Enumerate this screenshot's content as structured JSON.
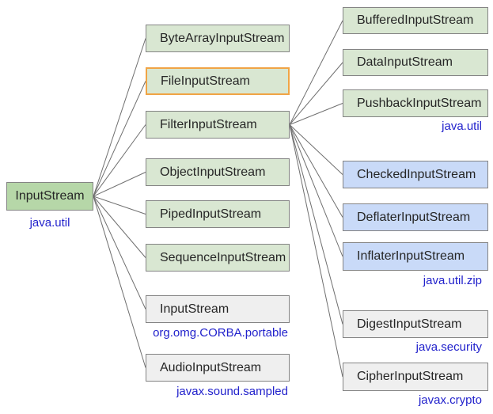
{
  "diagram": {
    "nodes": [
      {
        "id": "root",
        "label": "InputStream",
        "package": "java.util",
        "style": "green-dark"
      },
      {
        "id": "m1",
        "label": "ByteArrayInputStream",
        "style": "green"
      },
      {
        "id": "m2",
        "label": "FileInputStream",
        "style": "green-highlighted"
      },
      {
        "id": "m3",
        "label": "FilterInputStream",
        "style": "green"
      },
      {
        "id": "m4",
        "label": "ObjectInputStream",
        "style": "green"
      },
      {
        "id": "m5",
        "label": "PipedInputStream",
        "style": "green"
      },
      {
        "id": "m6",
        "label": "SequenceInputStream",
        "style": "green"
      },
      {
        "id": "m7",
        "label": "InputStream",
        "package": "org.omg.CORBA.portable",
        "style": "gray"
      },
      {
        "id": "m8",
        "label": "AudioInputStream",
        "package": "javax.sound.sampled",
        "style": "gray"
      },
      {
        "id": "r1",
        "label": "BufferedInputStream",
        "style": "green"
      },
      {
        "id": "r2",
        "label": "DataInputStream",
        "style": "green"
      },
      {
        "id": "r3",
        "label": "PushbackInputStream",
        "package": "java.util",
        "style": "green"
      },
      {
        "id": "r4",
        "label": "CheckedInputStream",
        "style": "blue"
      },
      {
        "id": "r5",
        "label": "DeflaterInputStream",
        "style": "blue"
      },
      {
        "id": "r6",
        "label": "InflaterInputStream",
        "package": "java.util.zip",
        "style": "blue"
      },
      {
        "id": "r7",
        "label": "DigestInputStream",
        "package": "java.security",
        "style": "gray"
      },
      {
        "id": "r8",
        "label": "CipherInputStream",
        "package": "javax.crypto",
        "style": "gray"
      }
    ],
    "edges": [
      {
        "from": "root",
        "to": "m1"
      },
      {
        "from": "root",
        "to": "m2"
      },
      {
        "from": "root",
        "to": "m3"
      },
      {
        "from": "root",
        "to": "m4"
      },
      {
        "from": "root",
        "to": "m5"
      },
      {
        "from": "root",
        "to": "m6"
      },
      {
        "from": "root",
        "to": "m7"
      },
      {
        "from": "root",
        "to": "m8"
      },
      {
        "from": "m3",
        "to": "r1"
      },
      {
        "from": "m3",
        "to": "r2"
      },
      {
        "from": "m3",
        "to": "r3"
      },
      {
        "from": "m3",
        "to": "r4"
      },
      {
        "from": "m3",
        "to": "r5"
      },
      {
        "from": "m3",
        "to": "r6"
      },
      {
        "from": "m3",
        "to": "r7"
      },
      {
        "from": "m3",
        "to": "r8"
      }
    ]
  },
  "colors": {
    "node_green": "#d9e7d2",
    "node_green_dark": "#b6d7a8",
    "node_blue": "#c9daf8",
    "node_gray": "#efefef",
    "border_gray": "#848484",
    "border_orange": "#f0a445",
    "edge": "#6f6f6f",
    "package_label": "#2222cc",
    "node_text": "#262626"
  }
}
